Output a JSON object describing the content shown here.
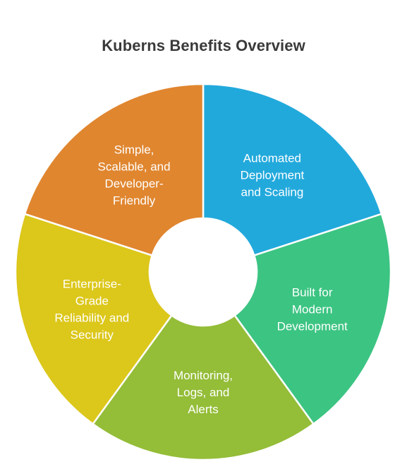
{
  "title": "Kuberns Benefits Overview",
  "segments": [
    {
      "id": "automated-deployment",
      "lines": [
        "Automated",
        "Deployment",
        "and Scaling"
      ],
      "color": "#22a9dc"
    },
    {
      "id": "built-for-modern-development",
      "lines": [
        "Built for",
        "Modern",
        "Development"
      ],
      "color": "#3cc482"
    },
    {
      "id": "monitoring-logs-alerts",
      "lines": [
        "Monitoring,",
        "Logs, and",
        "Alerts"
      ],
      "color": "#94bd38"
    },
    {
      "id": "enterprise-grade-reliability",
      "lines": [
        "Enterprise-",
        "Grade",
        "Reliability and",
        "Security"
      ],
      "color": "#dcc71b"
    },
    {
      "id": "simple-scalable-developer-friendly",
      "lines": [
        "Simple,",
        "Scalable, and",
        "Developer-",
        "Friendly"
      ],
      "color": "#e0862f"
    }
  ]
}
